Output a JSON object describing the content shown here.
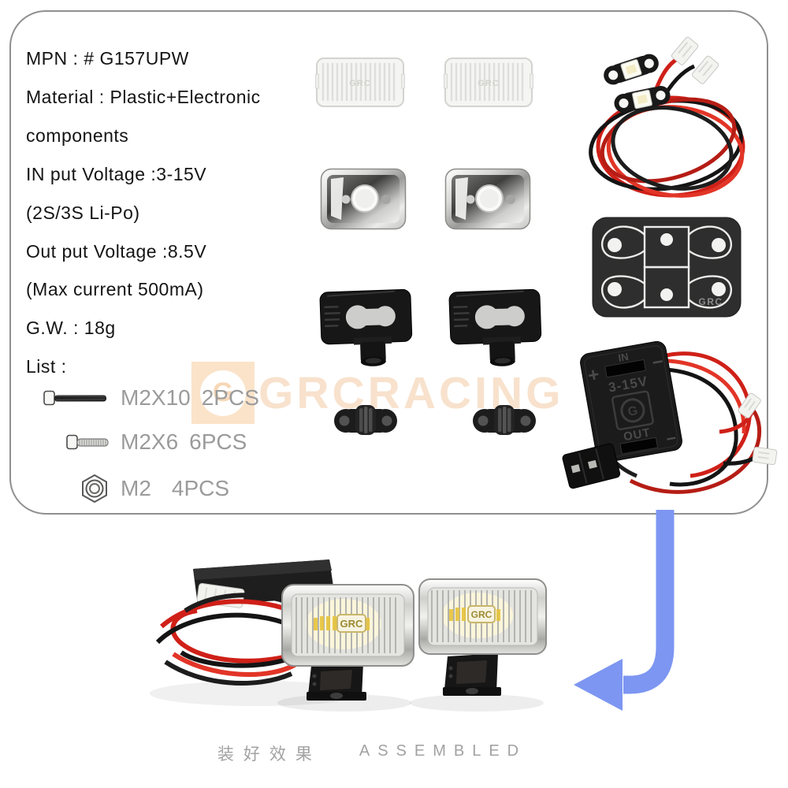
{
  "panel": {
    "specs": [
      "MPN : # G157UPW",
      "Material : Plastic+Electronic",
      "components",
      "IN put Voltage :3-15V",
      "(2S/3S Li-Po)",
      "Out put Voltage :8.5V",
      "(Max current 500mA)",
      "G.W. :  18g",
      "List :"
    ],
    "hardware": [
      {
        "size": "M2X10",
        "qty": "2PCS"
      },
      {
        "size": "M2X6",
        "qty": "6PCS"
      },
      {
        "size": "M2",
        "qty": "4PCS"
      }
    ]
  },
  "watermark": {
    "brand": "GRCRACING",
    "logo_letter": "G",
    "color": "#f8e2cd"
  },
  "part_labels": {
    "lens_logo": "GRC",
    "plate_logo": "GRC",
    "assembled_logo": "GRC",
    "controller": {
      "in_label": "IN",
      "input_voltage": "3-15V",
      "out_label": "OUT",
      "plus": "+",
      "minus": "−",
      "logo_letter": "G"
    }
  },
  "caption": {
    "chinese": "装好效果",
    "english": "ASSEMBLED"
  },
  "icons": {
    "long_screw": "long-screw-icon",
    "short_screw": "short-screw-icon",
    "hex_nut": "hex-nut-icon",
    "arrow": "curved-down-left-arrow-icon"
  },
  "colors": {
    "arrow_blue": "#7d96f2",
    "wire_red": "#d2231a",
    "wire_black": "#161616",
    "panel_border": "#8f8f8f",
    "watermark_orange": "#fae3c9"
  }
}
